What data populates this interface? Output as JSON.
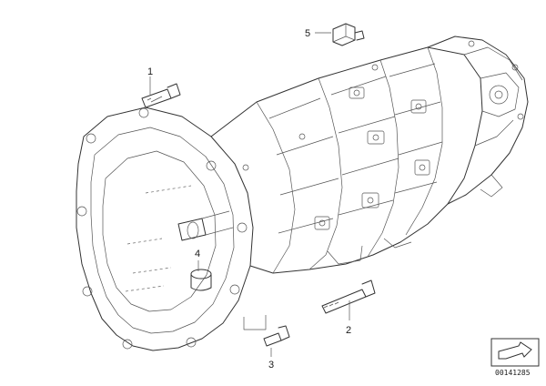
{
  "callouts": [
    {
      "id": "1",
      "label": "1"
    },
    {
      "id": "2",
      "label": "2"
    },
    {
      "id": "3",
      "label": "3"
    },
    {
      "id": "4",
      "label": "4"
    },
    {
      "id": "5",
      "label": "5"
    }
  ],
  "diagram_code": "00141285",
  "colors": {
    "line": "#333333",
    "background": "#ffffff",
    "text": "#1a1a1a"
  }
}
